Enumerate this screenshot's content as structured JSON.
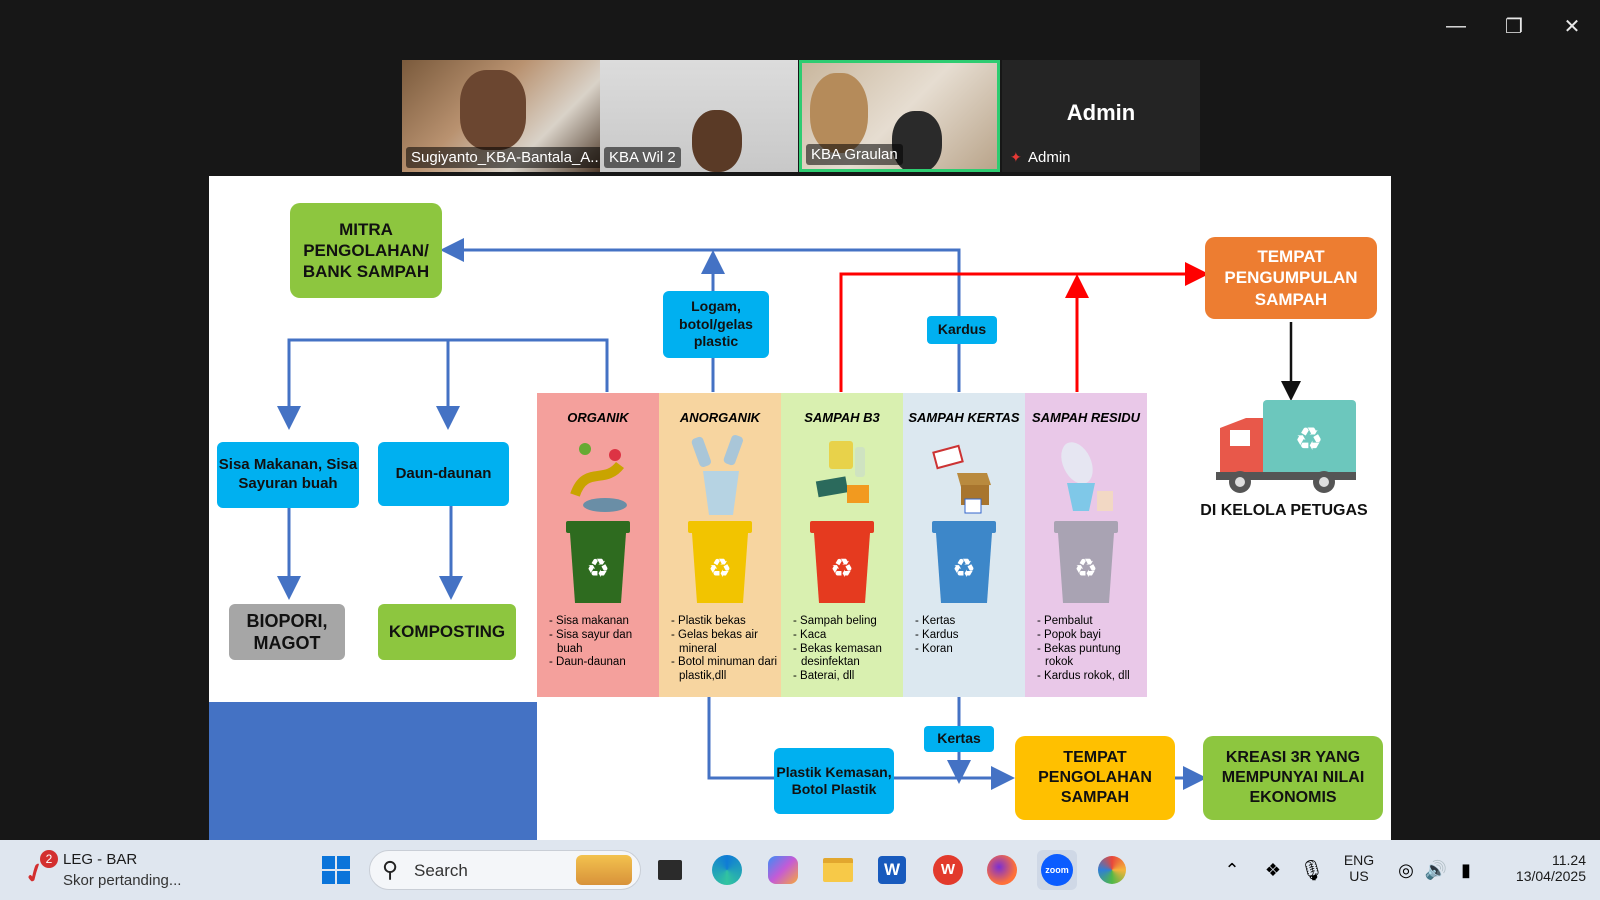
{
  "window": {
    "minimize_icon": "minimize-icon",
    "restore_icon": "restore-icon",
    "close_icon": "close-icon"
  },
  "participants": [
    {
      "name": "Sugiyanto_KBA-Bantala_A..."
    },
    {
      "name": "KBA Wil 2"
    },
    {
      "name": "KBA Graulan"
    },
    {
      "name": "Admin",
      "display": "Admin",
      "muted": true
    }
  ],
  "slide": {
    "mitra": "MITRA PENGOLAHAN/ BANK SAMPAH",
    "tempat_pengumpulan": "TEMPAT PENGUMPULAN SAMPAH",
    "logam": "Logam, botol/gelas plastic",
    "kardus": "Kardus",
    "sisa_makanan": "Sisa Makanan, Sisa Sayuran buah",
    "daun": "Daun-daunan",
    "biopori": "BIOPORI, MAGOT",
    "komposting": "KOMPOSTING",
    "di_kelola": "DI KELOLA PETUGAS",
    "kertas": "Kertas",
    "plastik_kemasan": "Plastik Kemasan, Botol Plastik",
    "tempat_pengolahan": "TEMPAT PENGOLAHAN SAMPAH",
    "kreasi": "KREASI 3R YANG MEMPUNYAI NILAI EKONOMIS",
    "columns": [
      {
        "title": "ORGANIK",
        "color": "#f4a09c",
        "bin": "#2e6b1f",
        "items": [
          "Sisa makanan",
          "Sisa sayur dan buah",
          "Daun-daunan"
        ]
      },
      {
        "title": "ANORGANIK",
        "color": "#f7d5a0",
        "bin": "#f2c400",
        "items": [
          "Plastik bekas",
          "Gelas bekas air mineral",
          "Botol minuman dari plastik,dll"
        ]
      },
      {
        "title": "SAMPAH B3",
        "color": "#d9f0b0",
        "bin": "#e53a1f",
        "items": [
          "Sampah beling",
          "Kaca",
          "Bekas kemasan desinfektan",
          "Baterai, dll"
        ]
      },
      {
        "title": "SAMPAH KERTAS",
        "color": "#dce8f0",
        "bin": "#3d87c9",
        "items": [
          "Kertas",
          "Kardus",
          "Koran"
        ]
      },
      {
        "title": "SAMPAH RESIDU",
        "color": "#e9c8e8",
        "bin": "#a9a3b3",
        "items": [
          "Pembalut",
          "Popok bayi",
          "Bekas puntung rokok",
          "Kardus rokok, dll"
        ]
      }
    ]
  },
  "taskbar": {
    "badge": "2",
    "widget_title": "LEG - BAR",
    "widget_sub": "Skor pertanding...",
    "search_placeholder": "Search",
    "lang": "ENG",
    "region": "US",
    "time": "11.24",
    "date": "13/04/2025"
  },
  "colors": {
    "flow_blue": "#4472c4",
    "flow_red": "#ff0000"
  }
}
